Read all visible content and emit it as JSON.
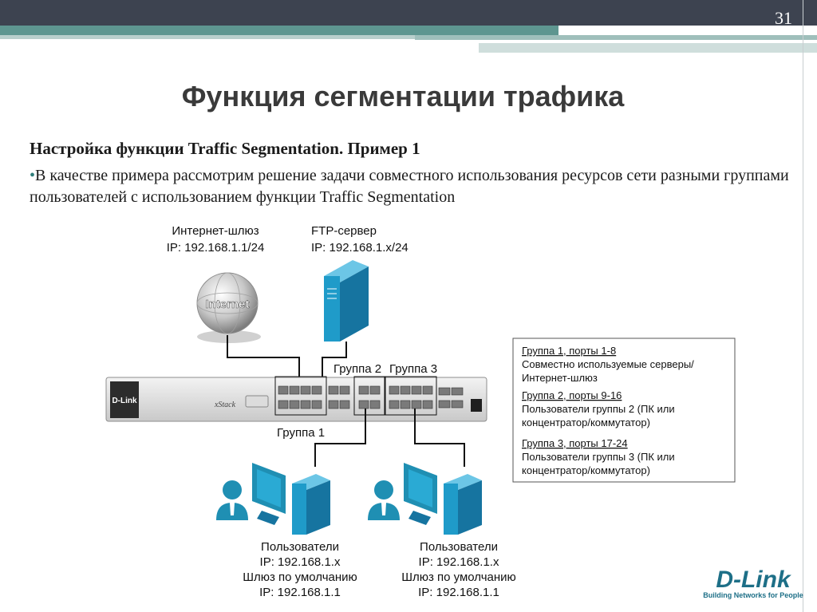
{
  "slide": {
    "page_number": "31"
  },
  "title": "Функция сегментации трафика",
  "subtitle": "Настройка функции Traffic Segmentation. Пример 1",
  "bullet": "В качестве примера рассмотрим решение задачи совместного использования ресурсов сети разными группами пользователей с использованием функции Traffic Segmentation",
  "gateway": {
    "name": "Интернет-шлюз",
    "ip": "IP: 192.168.1.1/24",
    "globe_text": "Internet"
  },
  "ftp": {
    "name": "FTP-сервер",
    "ip": "IP: 192.168.1.x/24"
  },
  "switch": {
    "brand": "D-Link",
    "series": "xStack"
  },
  "group_labels": {
    "g1": "Группа 1",
    "g2": "Группа 2",
    "g3": "Группа 3"
  },
  "legend": {
    "g1_title": "Группа 1, порты 1-8",
    "g1_line1": "Совместно используемые серверы/",
    "g1_line2": "Интернет-шлюз",
    "g2_title": "Группа 2, порты 9-16",
    "g2_line1": "Пользователи группы 2 (ПК или",
    "g2_line2": "концентратор/коммутатор)",
    "g3_title": "Группа 3, порты 17-24",
    "g3_line1": "Пользователи группы 3 (ПК или",
    "g3_line2": "концентратор/коммутатор)"
  },
  "users_left": {
    "l1": "Пользователи",
    "l2": "IP: 192.168.1.x",
    "l3": "Шлюз по умолчанию",
    "l4": "IP: 192.168.1.1"
  },
  "users_right": {
    "l1": "Пользователи",
    "l2": "IP: 192.168.1.x",
    "l3": "Шлюз по умолчанию",
    "l4": "IP: 192.168.1.1"
  },
  "logo": {
    "brand": "D-Link",
    "tagline": "Building Networks for People"
  },
  "colors": {
    "teal": "#1f8fb3",
    "accent": "#5e9690",
    "dark_bar": "#3d4350"
  }
}
